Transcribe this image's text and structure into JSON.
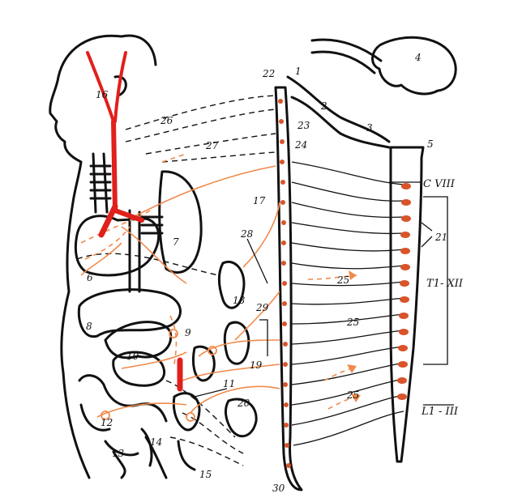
{
  "labels": {
    "l1": "1",
    "l2": "2",
    "l3": "3",
    "l4": "4",
    "l5": "5",
    "l6": "6",
    "l7": "7",
    "l8": "8",
    "l9": "9",
    "l10": "10",
    "l11": "11",
    "l12": "12",
    "l13": "13",
    "l14": "14",
    "l15": "15",
    "l16": "16",
    "l17": "17",
    "l18": "18",
    "l19": "19",
    "l20": "20",
    "l21": "21",
    "l22": "22",
    "l23": "23",
    "l24": "24",
    "l25a": "25",
    "l25b": "25",
    "l25c": "25",
    "l26": "26",
    "l27": "27",
    "l28": "28",
    "l29": "29",
    "l30": "30",
    "cviii": "C VIII",
    "txii": "T1- XII",
    "liii": "L1 - III"
  },
  "colors": {
    "ink": "#111111",
    "artery": "#e0201c",
    "nerve": "#f08a4b",
    "ganglion": "#d9542a"
  }
}
